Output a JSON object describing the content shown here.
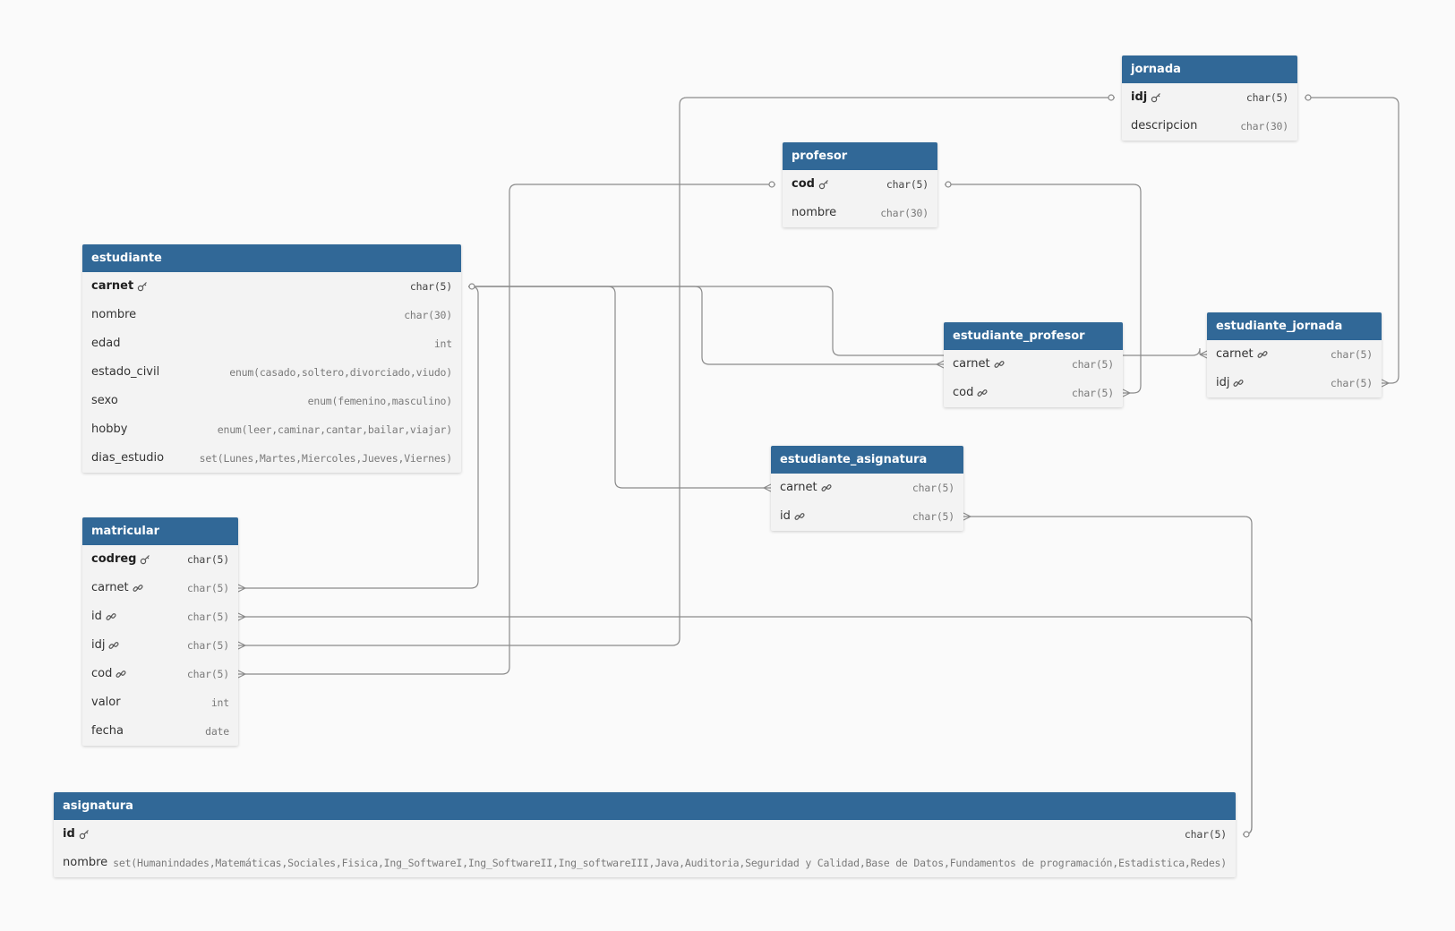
{
  "tables": {
    "jornada": {
      "title": "jornada",
      "fields": [
        {
          "name": "idj",
          "type": "char(5)",
          "key": "pk"
        },
        {
          "name": "descripcion",
          "type": "char(30)",
          "key": ""
        }
      ]
    },
    "profesor": {
      "title": "profesor",
      "fields": [
        {
          "name": "cod",
          "type": "char(5)",
          "key": "pk"
        },
        {
          "name": "nombre",
          "type": "char(30)",
          "key": ""
        }
      ]
    },
    "estudiante": {
      "title": "estudiante",
      "fields": [
        {
          "name": "carnet",
          "type": "char(5)",
          "key": "pk"
        },
        {
          "name": "nombre",
          "type": "char(30)",
          "key": ""
        },
        {
          "name": "edad",
          "type": "int",
          "key": ""
        },
        {
          "name": "estado_civil",
          "type": "enum(casado,soltero,divorciado,viudo)",
          "key": ""
        },
        {
          "name": "sexo",
          "type": "enum(femenino,masculino)",
          "key": ""
        },
        {
          "name": "hobby",
          "type": "enum(leer,caminar,cantar,bailar,viajar)",
          "key": ""
        },
        {
          "name": "dias_estudio",
          "type": "set(Lunes,Martes,Miercoles,Jueves,Viernes)",
          "key": ""
        }
      ]
    },
    "estudiante_profesor": {
      "title": "estudiante_profesor",
      "fields": [
        {
          "name": "carnet",
          "type": "char(5)",
          "key": "fk"
        },
        {
          "name": "cod",
          "type": "char(5)",
          "key": "fk"
        }
      ]
    },
    "estudiante_jornada": {
      "title": "estudiante_jornada",
      "fields": [
        {
          "name": "carnet",
          "type": "char(5)",
          "key": "fk"
        },
        {
          "name": "idj",
          "type": "char(5)",
          "key": "fk"
        }
      ]
    },
    "estudiante_asignatura": {
      "title": "estudiante_asignatura",
      "fields": [
        {
          "name": "carnet",
          "type": "char(5)",
          "key": "fk"
        },
        {
          "name": "id",
          "type": "char(5)",
          "key": "fk"
        }
      ]
    },
    "matricular": {
      "title": "matricular",
      "fields": [
        {
          "name": "codreg",
          "type": "char(5)",
          "key": "pk"
        },
        {
          "name": "carnet",
          "type": "char(5)",
          "key": "fk"
        },
        {
          "name": "id",
          "type": "char(5)",
          "key": "fk"
        },
        {
          "name": "idj",
          "type": "char(5)",
          "key": "fk"
        },
        {
          "name": "cod",
          "type": "char(5)",
          "key": "fk"
        },
        {
          "name": "valor",
          "type": "int",
          "key": ""
        },
        {
          "name": "fecha",
          "type": "date",
          "key": ""
        }
      ]
    },
    "asignatura": {
      "title": "asignatura",
      "fields": [
        {
          "name": "id",
          "type": "char(5)",
          "key": "pk"
        },
        {
          "name": "nombre",
          "type": "set(Humanindades,Matemáticas,Sociales,Fisica,Ing_SoftwareI,Ing_SoftwareII,Ing_softwareIII,Java,Auditoria,Seguridad y Calidad,Base de Datos,Fundamentos de programación,Estadistica,Redes)",
          "key": ""
        }
      ]
    }
  },
  "relationships": [
    {
      "from": "estudiante.carnet",
      "to": "estudiante_profesor.carnet"
    },
    {
      "from": "estudiante.carnet",
      "to": "estudiante_jornada.carnet"
    },
    {
      "from": "estudiante.carnet",
      "to": "estudiante_asignatura.carnet"
    },
    {
      "from": "estudiante.carnet",
      "to": "matricular.carnet"
    },
    {
      "from": "profesor.cod",
      "to": "estudiante_profesor.cod"
    },
    {
      "from": "profesor.cod",
      "to": "matricular.cod"
    },
    {
      "from": "jornada.idj",
      "to": "estudiante_jornada.idj"
    },
    {
      "from": "jornada.idj",
      "to": "matricular.idj"
    },
    {
      "from": "asignatura.id",
      "to": "estudiante_asignatura.id"
    },
    {
      "from": "asignatura.id",
      "to": "matricular.id"
    }
  ],
  "colors": {
    "header": "#316897",
    "body": "#f3f3f3",
    "line": "#8a8a8a"
  }
}
